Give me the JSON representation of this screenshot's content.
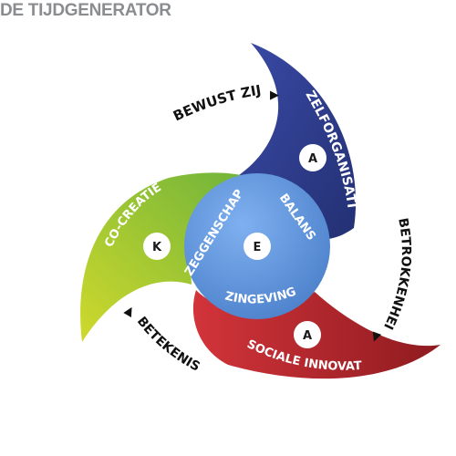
{
  "title": "DE TIJDGENERATOR",
  "blades": {
    "blue": {
      "label": "ZELFORGANISATIE",
      "badge": "A",
      "color": "#2f3c8c"
    },
    "red": {
      "label": "SOCIALE INNOVATIE",
      "badge": "A",
      "color": "#b3262a"
    },
    "green": {
      "label": "CO-CREATIE",
      "badge": "K",
      "color": "#8dbd2c"
    }
  },
  "center": {
    "badge": "E",
    "words": [
      "ZEGGENSCHAP",
      "BALANS",
      "ZINGEVING"
    ],
    "color": "#5a8fd8"
  },
  "outer_labels": {
    "top": "BEWUST ZIJN",
    "right": "BETROKKENHEID",
    "bottom_left": "BETEKENIS"
  },
  "arrow_glyph": "▶"
}
